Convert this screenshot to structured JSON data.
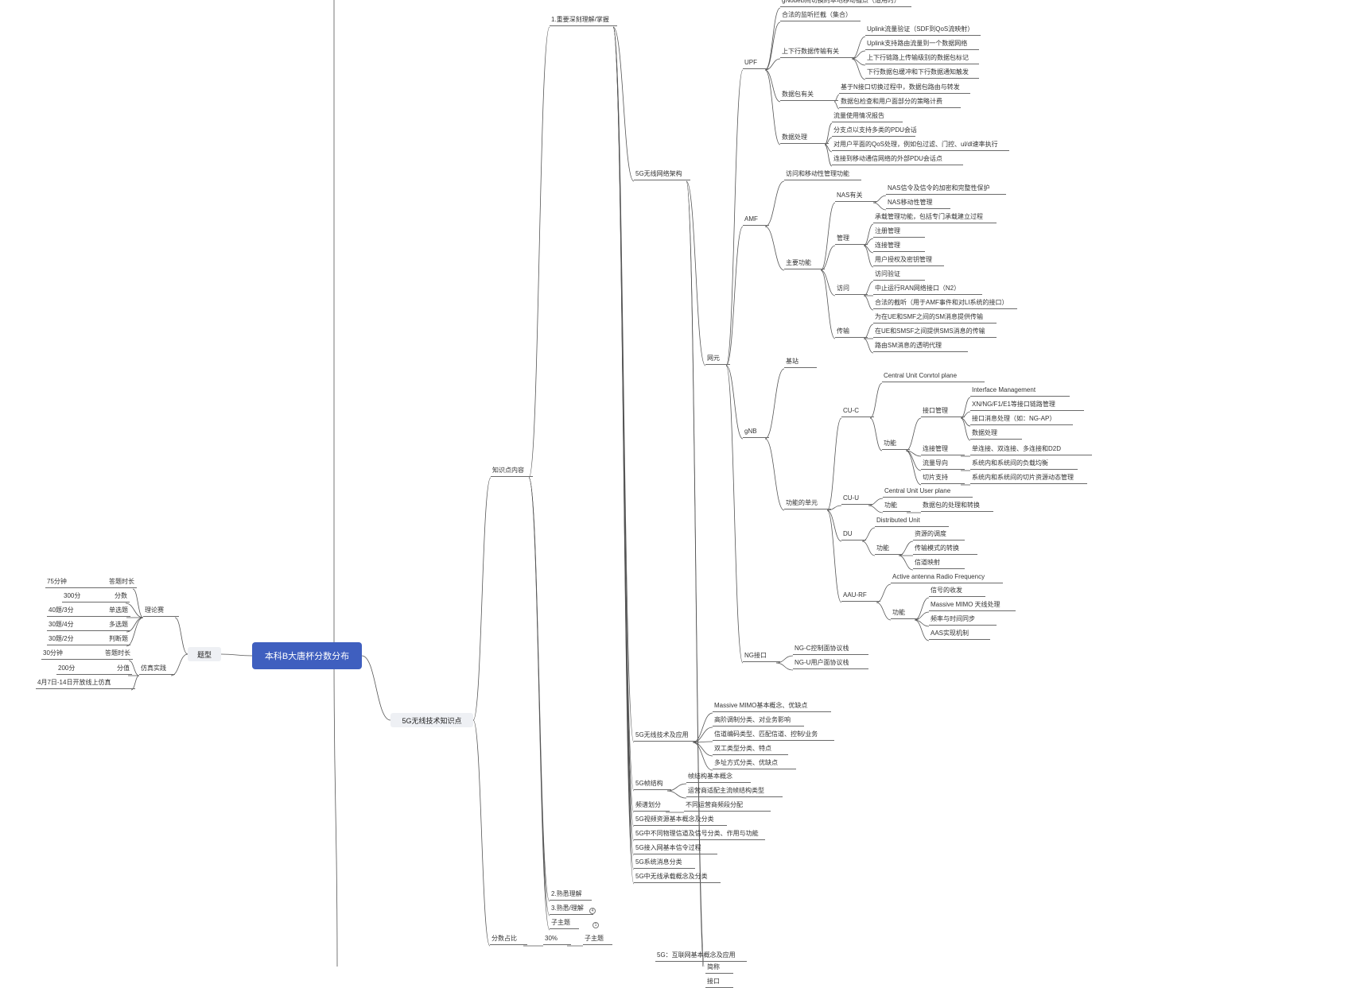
{
  "root": "本科B大唐杯分数分布",
  "branches": {
    "题型": "题型",
    "5G无线技术知识点": "5G无线技术知识点"
  },
  "labels": {
    "n01": "75分钟",
    "n02": "答题时长",
    "n03": "300分",
    "n04": "分数",
    "n05": "40题/3分",
    "n06": "单选题",
    "n07": "30题/4分",
    "n08": "多选题",
    "n09": "30题/2分",
    "n10": "判断题",
    "n11": "理论赛",
    "n12": "30分钟",
    "n13": "答题时长",
    "n14": "200分",
    "n15": "分值",
    "n16": "4月7日-14日开放线上仿真",
    "n17": "仿真实践",
    "k01": "知识点内容",
    "k02": "分数占比",
    "k03": "30%",
    "k04": "子主题",
    "k05": "1.重要深刻理解/掌握",
    "k06": "2.熟悉理解",
    "k07": "3.熟悉/理解",
    "k08": "子主题",
    "k09": "5G无线网络架构",
    "k10": "5G无线技术及应用",
    "k11": "5G帧结构",
    "k12": "频谱划分",
    "k13": "5G视频资源基本概念及分类",
    "k14": "5G中不同物理信道及信号分类、作用与功能",
    "k15": "5G接入网基本信令过程",
    "k16": "5G系统消息分类",
    "k17": "5G中无线承载概念及分类",
    "k18": "网元",
    "k19": "简称",
    "k20": "接口",
    "u01": "UPF",
    "u02": "gNodeB间切换的本地移动锚点（适用时）",
    "u03": "合法的监听拦截（集合）",
    "u04": "上下行数据传输有关",
    "u05": "Uplink流量验证（SDF到QoS流映射）",
    "u06": "Uplink支持路由流量到一个数据网络",
    "u07": "上下行链路上传输级别的数据包标记",
    "u08": "下行数据包缓冲和下行数据通知触发",
    "u09": "数据包有关",
    "u10": "基于N接口切换过程中，数据包路由与转发",
    "u11": "数据包检查和用户面部分的策略计费",
    "u12": "数据处理",
    "u13": "流量使用情况报告",
    "u14": "分支点以支持多类的PDU会话",
    "u15": "对用户平面的QoS处理，例如包过滤、门控、ul/dl速率执行",
    "u16": "连接到移动通信网络的外部PDU会话点",
    "a01": "AMF",
    "a02": "访问和移动性管理功能",
    "a03": "主要功能",
    "a04": "NAS有关",
    "a05": "NAS信令及信令的加密和完整性保护",
    "a06": "NAS移动性管理",
    "a07": "管理",
    "a08": "承载管理功能，包括专门承载建立过程",
    "a09": "注册管理",
    "a10": "连接管理",
    "a11": "用户授权及密钥管理",
    "a12": "访问",
    "a13": "访问验证",
    "a14": "中止运行RAN网络接口（N2）",
    "a15": "合法的截听（用于AMF事件和对LI系统的接口）",
    "a16": "传输",
    "a17": "为在UE和SMF之间的SM消息提供传输",
    "a18": "在UE和SMSF之间提供SMS消息的传输",
    "a19": "路由SM消息的透明代理",
    "g01": "gNB",
    "g02": "基站",
    "g03": "功能的单元",
    "g04": "CU-C",
    "g05": "Central Unit Conrtol plane",
    "g06": "功能",
    "g07": "接口管理",
    "g08": "Interface Management",
    "g09": "XN/NG/F1/E1等接口链路管理",
    "g10": "接口消息处理（如：NG-AP）",
    "g11": "数据处理",
    "g12": "连接管理",
    "g13": "单连接、双连接、多连接和D2D",
    "g14": "流量导向",
    "g15": "系统内和系统间的负载均衡",
    "g16": "切片支持",
    "g17": "系统内和系统间的切片资源动态管理",
    "g18": "CU-U",
    "g19": "Central Unit User plane",
    "g20": "功能",
    "g21": "数据包的处理和转换",
    "g22": "DU",
    "g23": "Distributed Unit",
    "g24": "功能",
    "g25": "资源的调度",
    "g26": "传输模式的转换",
    "g27": "信道映射",
    "g28": "AAU-RF",
    "g29": "Active antenna Radio Frequency",
    "g30": "功能",
    "g31": "信号的收发",
    "g32": "Massive MIMO 天线处理",
    "g33": "频率与时间同步",
    "g34": "AAS实现机制",
    "m01": "NG接口",
    "m02": "NG-C控制面协议栈",
    "m03": "NG-U用户面协议栈",
    "t01": "Massive MIMO基本概念、优缺点",
    "t02": "高阶调制分类、对业务影响",
    "t03": "信道编码类型、匹配信道、控制/业务",
    "t04": "双工类型分类、特点",
    "t05": "多址方式分类、优缺点",
    "t06": "帧结构基本概念",
    "t07": "运营商适配主流帧结构类型",
    "t08": "不同运营商频段分配",
    "x01": "5G：互联网基本概念及应用"
  },
  "collapsed": {
    "c1": "4",
    "c2": "1"
  },
  "colors": {
    "root": "#3f5fbf",
    "line": "#555555",
    "main_bg": "#eef0f4"
  }
}
